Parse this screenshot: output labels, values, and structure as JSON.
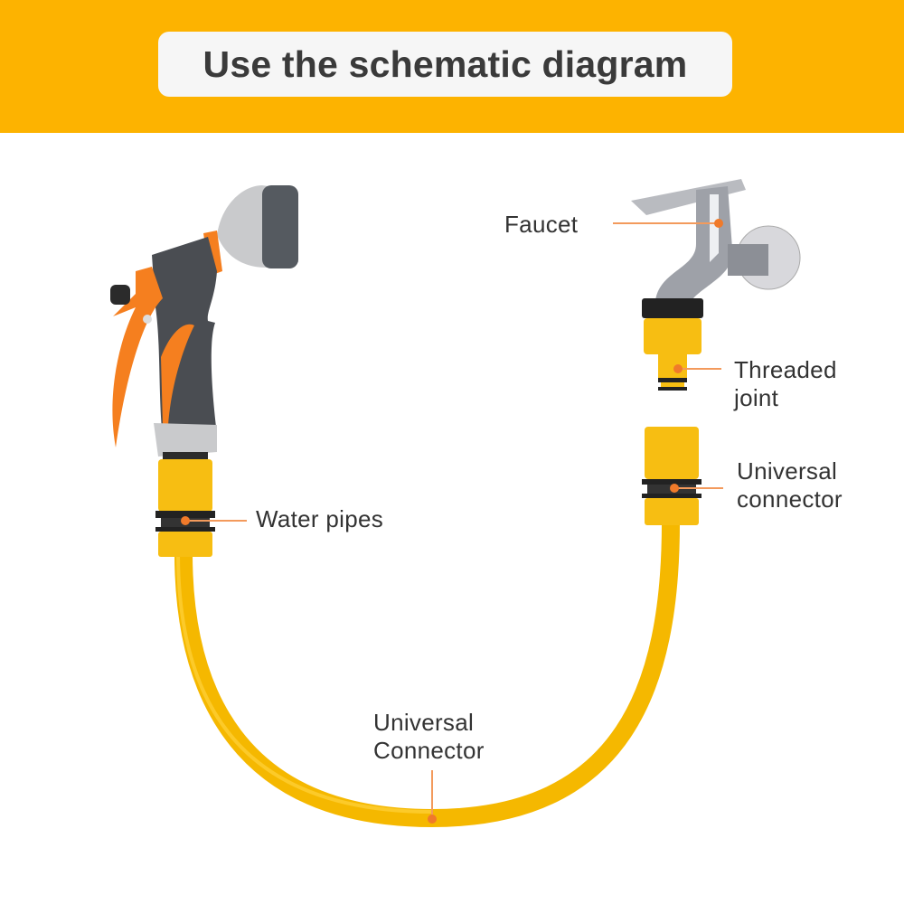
{
  "header": {
    "title": "Use the schematic diagram"
  },
  "labels": {
    "faucet": "Faucet",
    "threaded_joint": [
      "Threaded",
      "joint"
    ],
    "universal_connector_right": [
      "Universal",
      "connector"
    ],
    "water_pipes": "Water pipes",
    "universal_connector_bottom": [
      "Universal",
      "Connector"
    ]
  },
  "colors": {
    "banner": "#FDB300",
    "hose": "#F5B800",
    "leader": "#F39A5C",
    "dot": "#F07A2A",
    "gun_gray": "#4a4d52",
    "gun_orange": "#F57F1F"
  }
}
